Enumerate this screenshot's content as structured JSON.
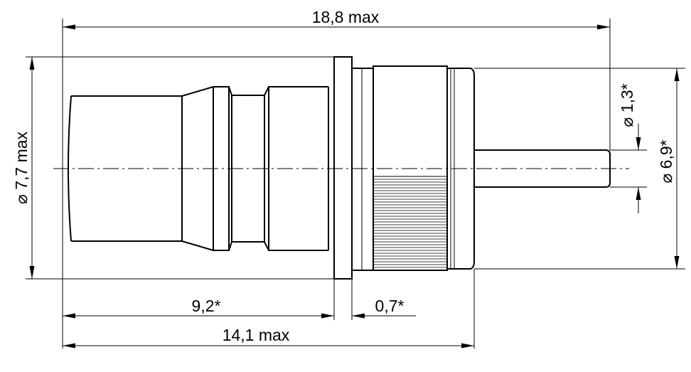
{
  "dimensions": {
    "overall_length": "18,8 max",
    "body_diameter": "⌀ 7,7 max",
    "pin_diameter": "⌀ 1,3*",
    "nut_diameter": "⌀ 6,9*",
    "body_length": "9,2*",
    "flange_thickness": "0,7*",
    "length_to_pin": "14,1 max"
  }
}
